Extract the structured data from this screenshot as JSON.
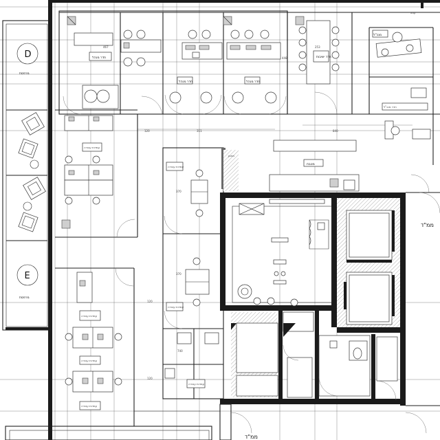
{
  "labels": {
    "balcony_d_letter": "D",
    "balcony_d_text": "מרפסת",
    "balcony_e_letter": "E",
    "balcony_e_text": "מרפסת",
    "kitchen": "מטבח",
    "storage": "מחסן",
    "room_manager_1": "חדר מנהל",
    "room_manager_2": "חדר מנהל",
    "room_manager_3": "חדר מנהל",
    "room_meeting": "חדר ישיבות",
    "room_ceo": "מנכ\"ל",
    "room_ceo_office": "חדר מנכ\"ל",
    "room_reception": "קבלה",
    "workstations_1": "עמדות עבודה",
    "workstations_2": "עמדות עבודה",
    "workstations_3": "עמדות עבודה",
    "workstations_4": "עמדות עבודה",
    "workstations_5": "עמדות עבודה",
    "workstations_6": "עמדות עבודה",
    "workstations_7": "עמדות עבודה",
    "edge_label_right": "ממ\"ד",
    "edge_label_bottom": "ממ\"ד",
    "dim_467": "467",
    "dim_448": "448",
    "dim_253": "253",
    "dim_120a": "120",
    "dim_311": "311",
    "dim_840": "840",
    "dim_370a": "370",
    "dim_370b": "370",
    "dim_120b": "120",
    "dim_120c": "120",
    "dim_740": "740",
    "top_right": "עמוד"
  }
}
